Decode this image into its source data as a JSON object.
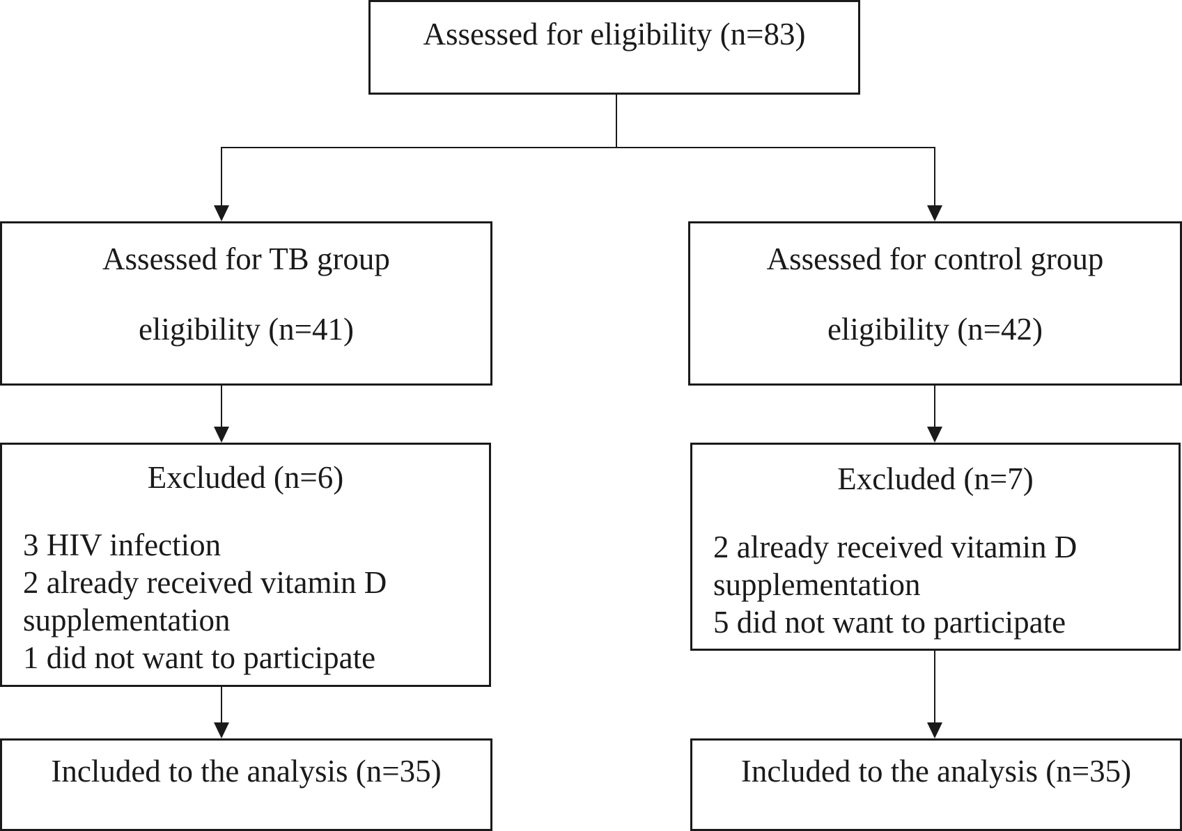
{
  "diagram": {
    "top": {
      "label": "Assessed for eligibility (n=83)"
    },
    "tb": {
      "assessed_line1": "Assessed for TB group",
      "assessed_line2": "eligibility (n=41)",
      "excluded_title": "Excluded (n=6)",
      "excluded_items": [
        "3 HIV infection",
        "2 already received vitamin D",
        "supplementation",
        "1 did not want to participate"
      ],
      "included": "Included to the analysis (n=35)"
    },
    "control": {
      "assessed_line1": "Assessed for control group",
      "assessed_line2": "eligibility (n=42)",
      "excluded_title": "Excluded (n=7)",
      "excluded_items": [
        "2 already received vitamin D",
        "supplementation",
        "5 did not want to participate"
      ],
      "included": "Included to the analysis (n=35)"
    }
  }
}
